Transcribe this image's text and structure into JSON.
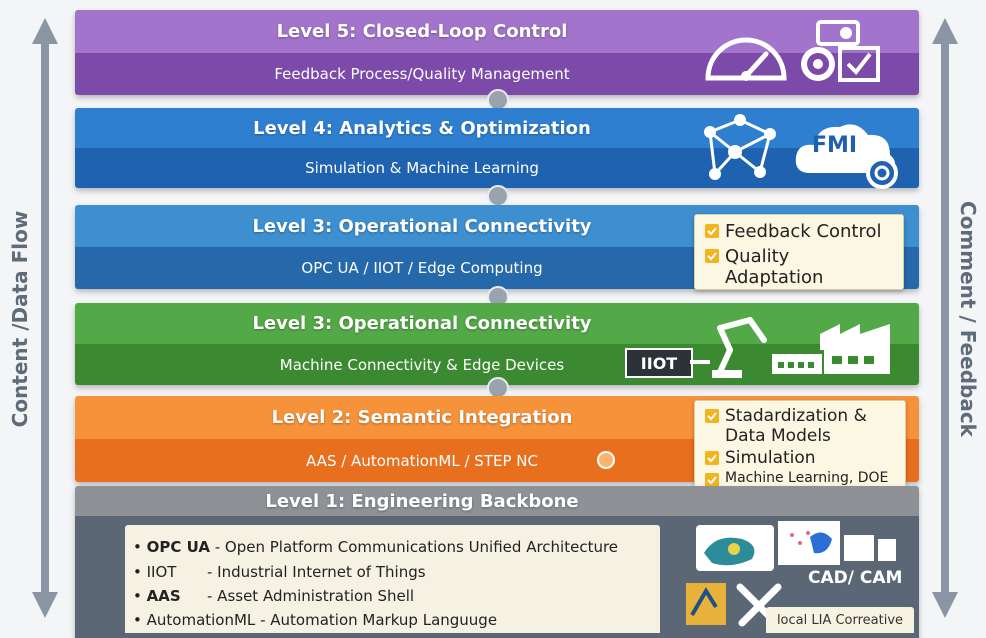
{
  "side": {
    "left_label": "Content /Data Flow",
    "right_label": "Comment / Feedback"
  },
  "levels": [
    {
      "title": "Level 5: Closed-Loop Control",
      "subtitle": "Feedback Process/Quality Management"
    },
    {
      "title": "Level 4: Analytics & Optimization",
      "subtitle": "Simulation & Machine Learning"
    },
    {
      "title": "Level 3: Operational Connectivity",
      "subtitle": "OPC UA / IIOT / Edge Computing"
    },
    {
      "title": "Level 3: Operational Connectivity",
      "subtitle": "Machine Connectivity & Edge Devices"
    },
    {
      "title": "Level 2: Semantic Integration",
      "subtitle": "AAS / AutomationML / STEP NC"
    },
    {
      "title": "Level 1: Engineering Backbone"
    }
  ],
  "callout_feedback": {
    "items": [
      "Feedback  Control",
      "Quality Adaptation"
    ]
  },
  "callout_semantic": {
    "items": [
      "Stadardization &",
      "Data Models",
      "Simulation",
      "Machine Learning, DOE"
    ]
  },
  "glossary": [
    {
      "term": "OPC UA",
      "desc": "- Open Platform Communications Unified Architecture"
    },
    {
      "term": "IIOT",
      "desc": "- Industrial Internet of Things"
    },
    {
      "term": "AAS",
      "desc": "- Asset Administration Shell"
    },
    {
      "term": "AutomationML",
      "desc": "- Automation Markup Languuge"
    }
  ],
  "icons": {
    "fmi": "FMI",
    "iiot": "IIOT",
    "cad": "CAD/ CAM",
    "local": "local LIA Correative"
  },
  "colors": {
    "level5": "#7c4aa8",
    "level4": "#1f62b0",
    "level3a": "#2569ab",
    "level3b": "#3b8a31",
    "level2": "#e76f1e",
    "level1": "#5b6775",
    "check": "#f2b51d"
  }
}
